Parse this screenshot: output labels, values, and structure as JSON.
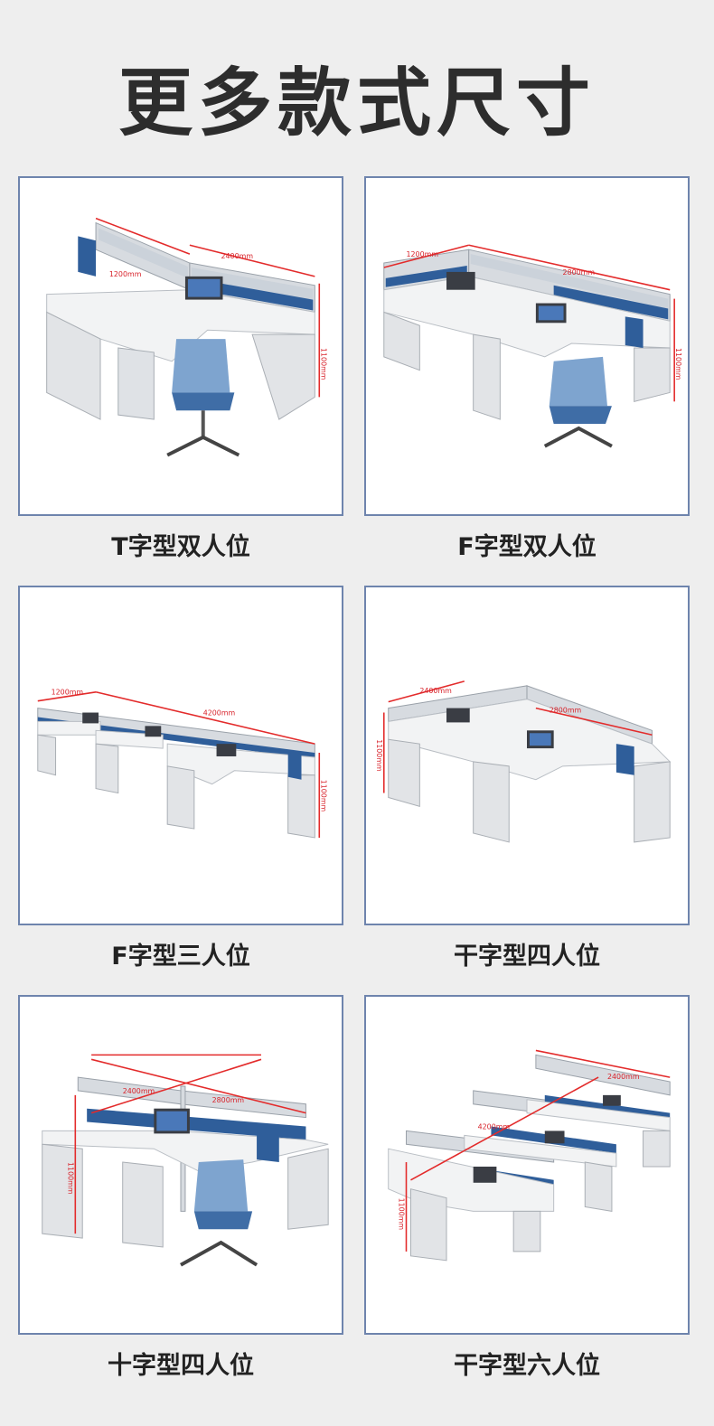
{
  "page": {
    "title": "更多款式尺寸"
  },
  "products": [
    {
      "caption": "T字型双人位",
      "dims": [
        "2400mm",
        "1200mm",
        "1100mm"
      ]
    },
    {
      "caption": "F字型双人位",
      "dims": [
        "1200mm",
        "2800mm",
        "1100mm"
      ]
    },
    {
      "caption": "F字型三人位",
      "dims": [
        "1200mm",
        "4200mm",
        "1100mm"
      ]
    },
    {
      "caption": "干字型四人位",
      "dims": [
        "2400mm",
        "2800mm",
        "1100mm"
      ]
    },
    {
      "caption": "十字型四人位",
      "dims": [
        "2400mm",
        "2800mm",
        "1100mm"
      ]
    },
    {
      "caption": "干字型六人位",
      "dims": [
        "2400mm",
        "4200mm",
        "1100mm"
      ]
    }
  ],
  "colors": {
    "accent_blue": "#2f5e9a",
    "border": "#6e84ad",
    "dimension_red": "#e32b2b"
  }
}
